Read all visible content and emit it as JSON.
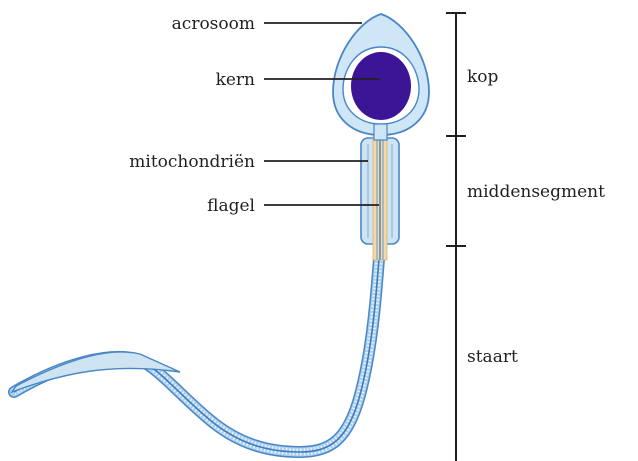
{
  "labels": {
    "acrosome": "acrosoom",
    "nucleus": "kern",
    "mitochondria": "mitochondriën",
    "flagellum": "flagel"
  },
  "regions": {
    "head": "kop",
    "midpiece": "middensegment",
    "tail": "staart"
  },
  "colors": {
    "outline": "#4a86c5",
    "acrosome_fill": "#cfe6f6",
    "nucleus_fill": "#3c1596",
    "midpiece_fill": "#cfe4f3",
    "flagellum_core": "#f3d9a8",
    "tail_fill": "#a9cfee",
    "text": "#231f20"
  }
}
